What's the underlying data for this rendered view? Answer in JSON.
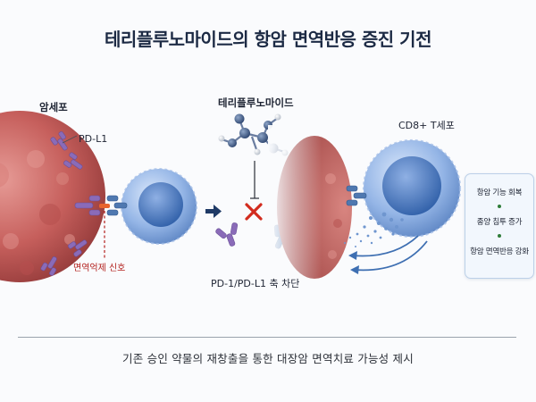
{
  "title": "테리플루노마이드의 항암 면역반응 증진 기전",
  "labels": {
    "cancer_cell": "암세포",
    "pdl1": "PD-L1",
    "immune_signal": "면역억제 신호",
    "drug": "테리플루노마이드",
    "blockade": "PD-1/PD-L1 축 차단",
    "tcell": "CD8+ T세포"
  },
  "effects": [
    "항암 기능 회복",
    "종양 침투 증가",
    "항암 면역반응 강화"
  ],
  "caption": "기존 승인 약물의 재창출을 통한 대장암 면역치료 가능성 제시",
  "colors": {
    "cancer": "#c85a5a",
    "tcell": "#5d88c8",
    "pdl1": "#8a6bb8",
    "pd1": "#4f78b0",
    "block": "#d22b1e",
    "signal": "#b3201d",
    "arrow": "#1f3a66"
  }
}
